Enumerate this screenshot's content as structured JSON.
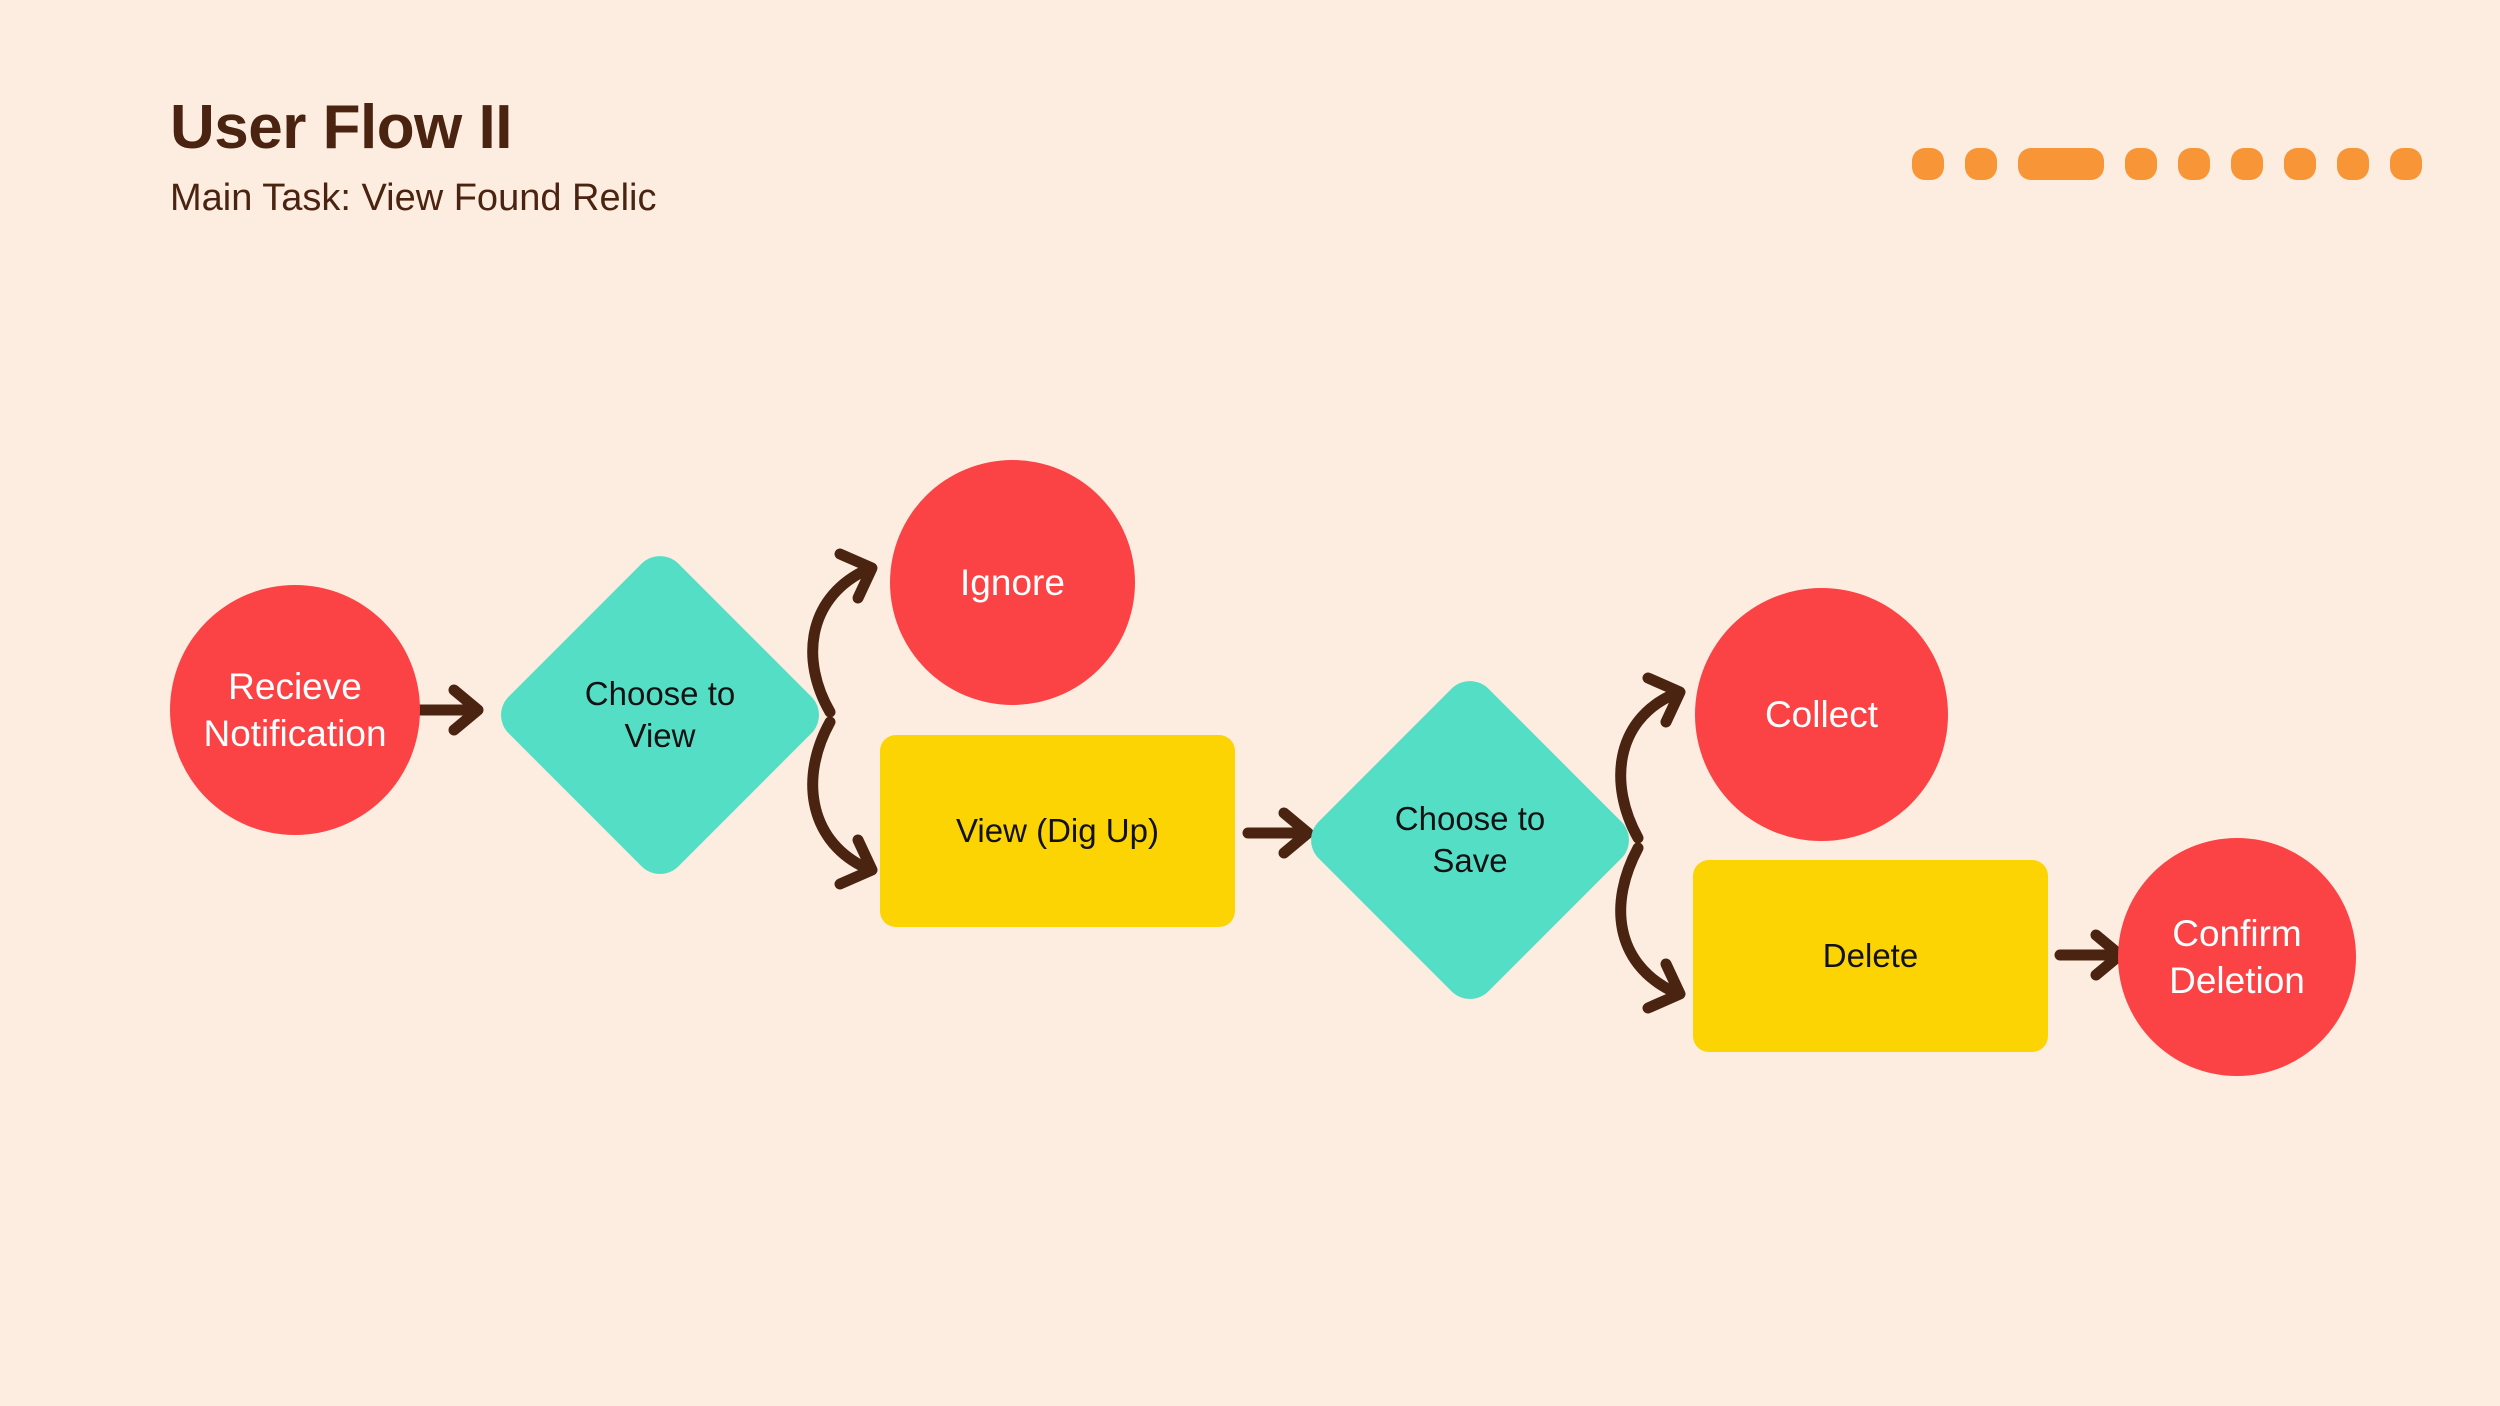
{
  "header": {
    "title": "User Flow II",
    "subtitle": "Main Task: View Found Relic"
  },
  "decoration": {
    "name": "orange-dot-row",
    "color": "#F89537",
    "dots": [
      {
        "shape": "dot"
      },
      {
        "shape": "dot"
      },
      {
        "shape": "pill"
      },
      {
        "shape": "dot"
      },
      {
        "shape": "dot"
      },
      {
        "shape": "dot"
      },
      {
        "shape": "dot"
      },
      {
        "shape": "dot"
      },
      {
        "shape": "dot"
      }
    ]
  },
  "palette": {
    "background": "#FDEDE0",
    "text_dark": "#4A2410",
    "node_red": "#FB4245",
    "node_teal": "#55DEC6",
    "node_yellow": "#FCD303",
    "arrow": "#4A2410",
    "accent_orange": "#F89537"
  },
  "flow": {
    "nodes": [
      {
        "id": "recieve-notification",
        "label": "Recieve\nNotification",
        "shape": "circle",
        "color": "#FB4245"
      },
      {
        "id": "choose-to-view",
        "label": "Choose to\nView",
        "shape": "diamond",
        "color": "#55DEC6"
      },
      {
        "id": "ignore",
        "label": "Ignore",
        "shape": "circle",
        "color": "#FB4245"
      },
      {
        "id": "view-dig-up",
        "label": "View (Dig Up)",
        "shape": "rect",
        "color": "#FCD303"
      },
      {
        "id": "choose-to-save",
        "label": "Choose to\nSave",
        "shape": "diamond",
        "color": "#55DEC6"
      },
      {
        "id": "collect",
        "label": "Collect",
        "shape": "circle",
        "color": "#FB4245"
      },
      {
        "id": "delete",
        "label": "Delete",
        "shape": "rect",
        "color": "#FCD303"
      },
      {
        "id": "confirm-deletion",
        "label": "Confirm\nDeletion",
        "shape": "circle",
        "color": "#FB4245"
      }
    ],
    "edges": [
      {
        "from": "recieve-notification",
        "to": "choose-to-view",
        "style": "straight"
      },
      {
        "from": "choose-to-view",
        "to": "ignore",
        "style": "curved-up"
      },
      {
        "from": "choose-to-view",
        "to": "view-dig-up",
        "style": "curved-down"
      },
      {
        "from": "view-dig-up",
        "to": "choose-to-save",
        "style": "straight"
      },
      {
        "from": "choose-to-save",
        "to": "collect",
        "style": "curved-up"
      },
      {
        "from": "choose-to-save",
        "to": "delete",
        "style": "curved-down"
      },
      {
        "from": "delete",
        "to": "confirm-deletion",
        "style": "straight"
      }
    ]
  }
}
